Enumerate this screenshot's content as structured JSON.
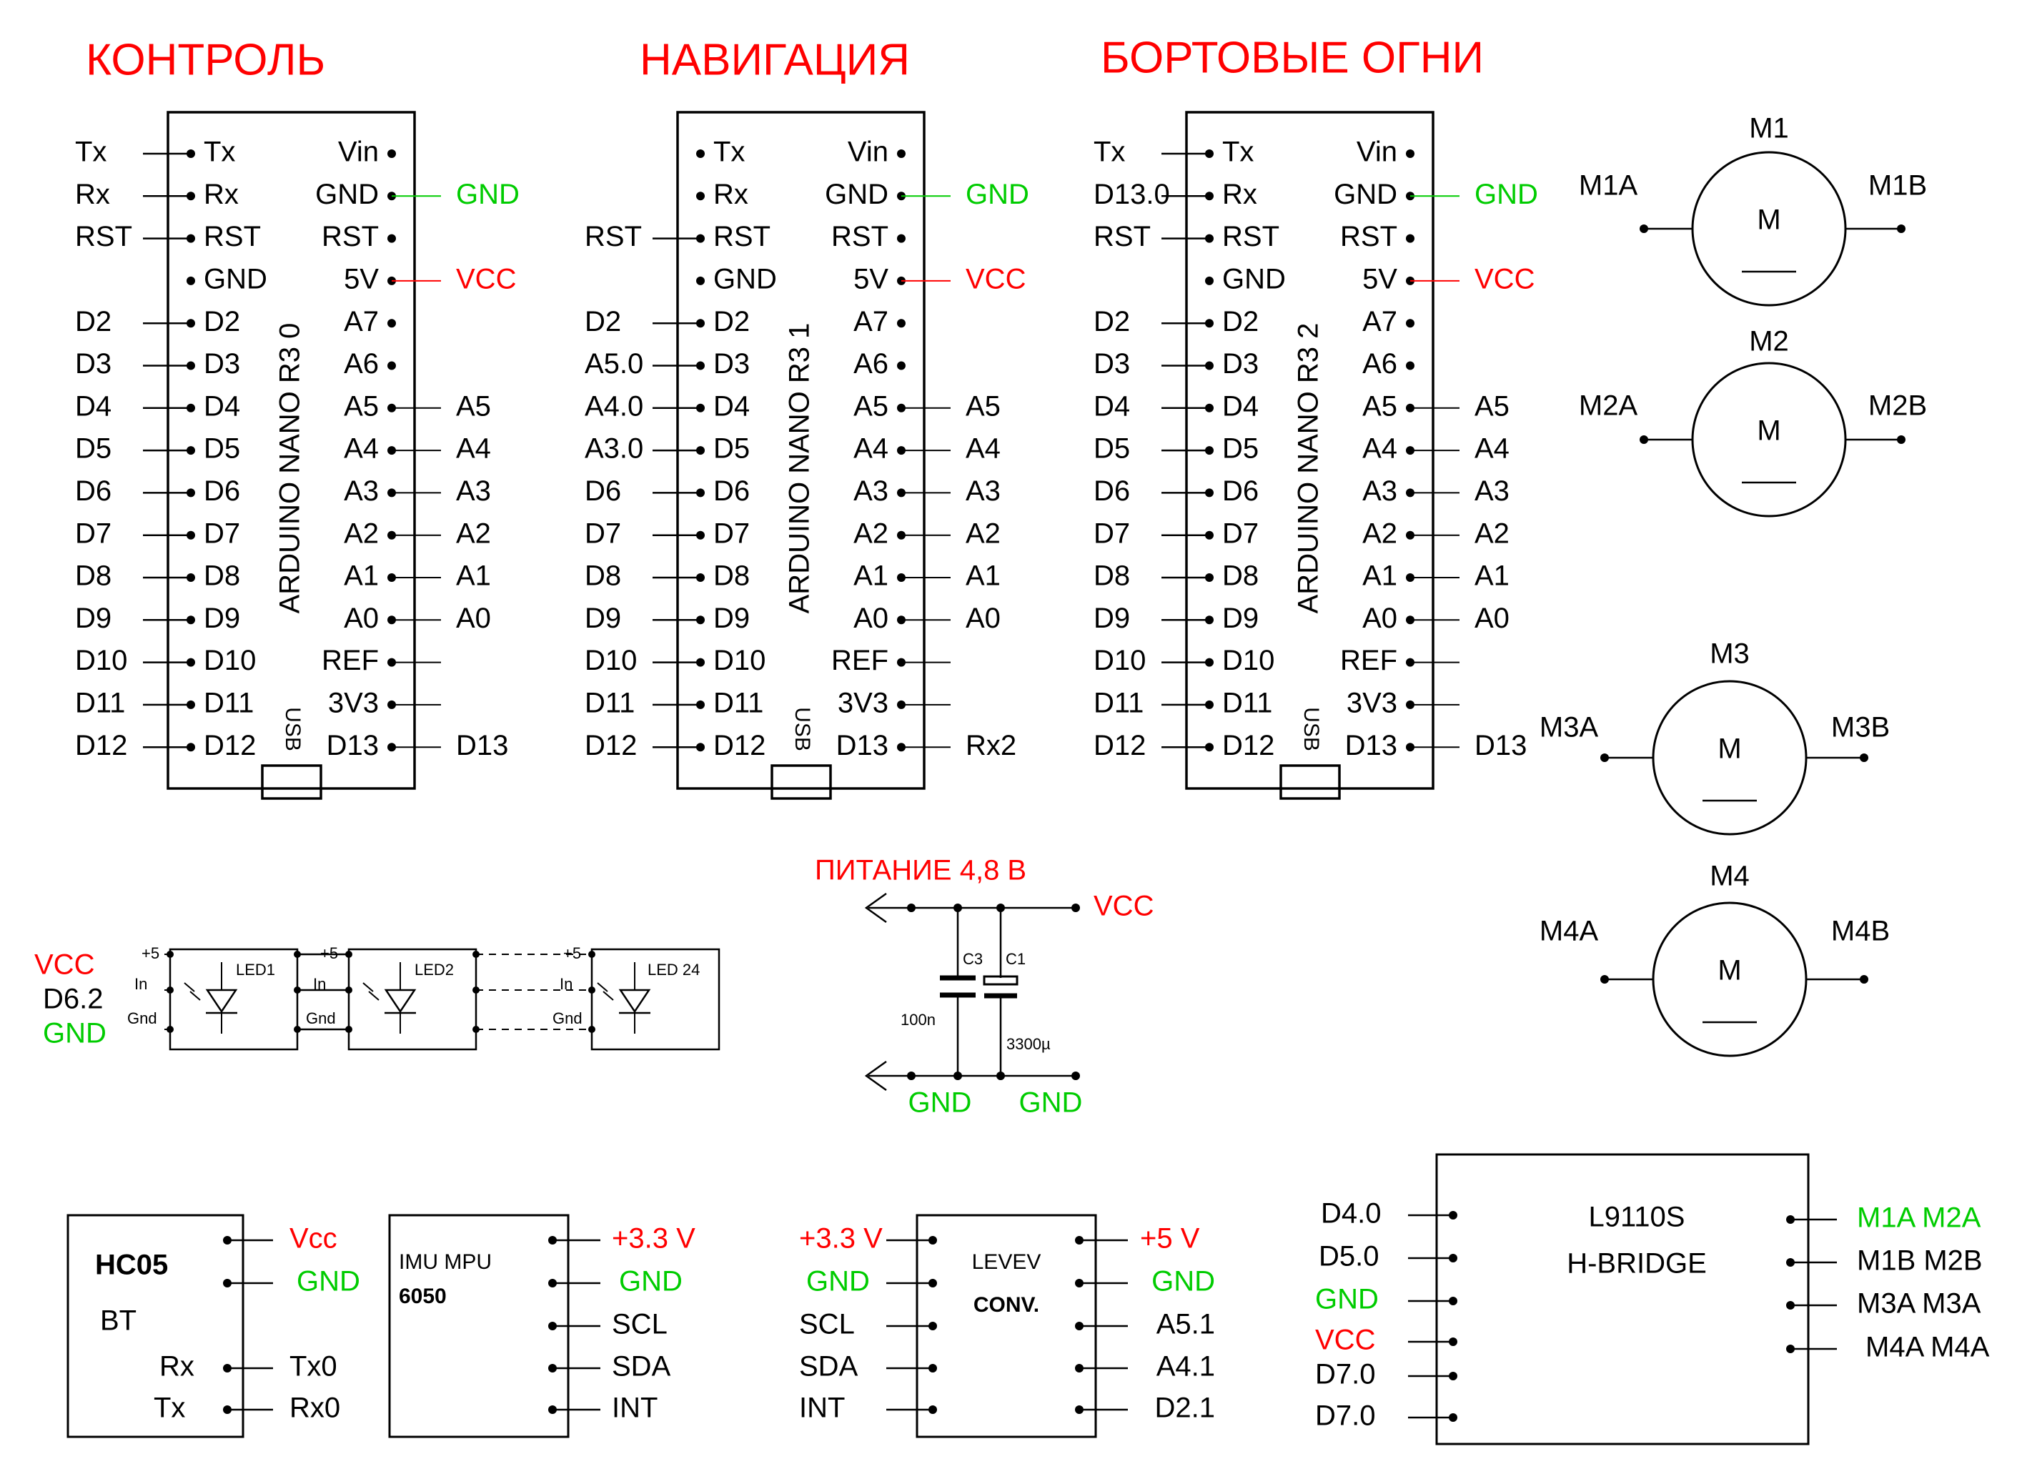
{
  "titles": [
    "КОНТРОЛЬ",
    "НАВИГАЦИЯ",
    "БОРТОВЫЕ ОГНИ"
  ],
  "arduinos": [
    {
      "name": "ARDUINO NANO R3 0",
      "usb": "USB",
      "left_inner": [
        "Tx",
        "Rx",
        "RST",
        "GND",
        "D2",
        "D3",
        "D4",
        "D5",
        "D6",
        "D7",
        "D8",
        "D9",
        "D10",
        "D11",
        "D12"
      ],
      "right_inner": [
        "Vin",
        "GND",
        "RST",
        "5V",
        "A7",
        "A6",
        "A5",
        "A4",
        "A3",
        "A2",
        "A1",
        "A0",
        "REF",
        "3V3",
        "D13"
      ],
      "left_outer": [
        "Tx",
        "Rx",
        "RST",
        "",
        "D2",
        "D3",
        "D4",
        "D5",
        "D6",
        "D7",
        "D8",
        "D9",
        "D10",
        "D11",
        "D12"
      ],
      "right_outer": [
        "",
        "GND",
        "",
        "VCC",
        "",
        "",
        "A5",
        "A4",
        "A3",
        "A2",
        "A1",
        "A0",
        "",
        "",
        "D13"
      ]
    },
    {
      "name": "ARDUINO NANO R3 1",
      "usb": "USB",
      "left_inner": [
        "Tx",
        "Rx",
        "RST",
        "GND",
        "D2",
        "D3",
        "D4",
        "D5",
        "D6",
        "D7",
        "D8",
        "D9",
        "D10",
        "D11",
        "D12"
      ],
      "right_inner": [
        "Vin",
        "GND",
        "RST",
        "5V",
        "A7",
        "A6",
        "A5",
        "A4",
        "A3",
        "A2",
        "A1",
        "A0",
        "REF",
        "3V3",
        "D13"
      ],
      "left_outer": [
        "",
        "",
        "RST",
        "",
        "D2",
        "A5.0",
        "A4.0",
        "A3.0",
        "D6",
        "D7",
        "D8",
        "D9",
        "D10",
        "D11",
        "D12"
      ],
      "right_outer": [
        "",
        "GND",
        "",
        "VCC",
        "",
        "",
        "A5",
        "A4",
        "A3",
        "A2",
        "A1",
        "A0",
        "",
        "",
        "Rx2"
      ]
    },
    {
      "name": "ARDUINO NANO R3 2",
      "usb": "USB",
      "left_inner": [
        "Tx",
        "Rx",
        "RST",
        "GND",
        "D2",
        "D3",
        "D4",
        "D5",
        "D6",
        "D7",
        "D8",
        "D9",
        "D10",
        "D11",
        "D12"
      ],
      "right_inner": [
        "Vin",
        "GND",
        "RST",
        "5V",
        "A7",
        "A6",
        "A5",
        "A4",
        "A3",
        "A2",
        "A1",
        "A0",
        "REF",
        "3V3",
        "D13"
      ],
      "left_outer": [
        "Tx",
        "D13.0",
        "RST",
        "",
        "D2",
        "D3",
        "D4",
        "D5",
        "D6",
        "D7",
        "D8",
        "D9",
        "D10",
        "D11",
        "D12"
      ],
      "right_outer": [
        "",
        "GND",
        "",
        "VCC",
        "",
        "",
        "A5",
        "A4",
        "A3",
        "A2",
        "A1",
        "A0",
        "",
        "",
        "D13"
      ]
    }
  ],
  "motors": [
    {
      "name": "M1",
      "a": "M1A",
      "b": "M1B",
      "symbol": "M"
    },
    {
      "name": "M2",
      "a": "M2A",
      "b": "M2B",
      "symbol": "M"
    },
    {
      "name": "M3",
      "a": "M3A",
      "b": "M3B",
      "symbol": "M"
    },
    {
      "name": "M4",
      "a": "M4A",
      "b": "M4B",
      "symbol": "M"
    }
  ],
  "power": {
    "title": "ПИТАНИЕ 4,8 В",
    "vcc": "VCC",
    "gnd1": "GND",
    "gnd2": "GND",
    "c3": "C3",
    "c1": "C1",
    "c3_value": "100n",
    "c1_value": "3300µ"
  },
  "led_strip": {
    "vcc": "VCC",
    "data": "D6.2",
    "gnd": "GND",
    "plus": "+5",
    "in": "In",
    "gnd_pin": "Gnd",
    "leds": [
      "LED1",
      "LED2",
      "LED 24"
    ]
  },
  "hc05": {
    "title": "HC05",
    "subtitle": "BT",
    "rx": "Rx",
    "tx": "Tx",
    "pins": [
      "Vcc",
      "GND",
      "Tx0",
      "Rx0"
    ]
  },
  "imu": {
    "title": "IMU MPU",
    "model": "6050",
    "pins": [
      "+3.3 V",
      "GND",
      "SCL",
      "SDA",
      "INT"
    ]
  },
  "level": {
    "title": "LEVEV",
    "subtitle": "CONV.",
    "left_pins": [
      "+3.3 V",
      "GND",
      "SCL",
      "SDA",
      "INT"
    ],
    "right_pins": [
      "+5 V",
      "GND",
      "A5.1",
      "A4.1",
      "D2.1"
    ]
  },
  "hbridge": {
    "title": "L9110S",
    "subtitle": "H-BRIDGE",
    "left_pins": [
      "D4.0",
      "D5.0",
      "GND",
      "VCC",
      "D7.0",
      "D7.0"
    ],
    "right_pins": [
      "M1A M2A",
      "M1B M2B",
      "M3A M3A",
      "M4A M4A"
    ]
  },
  "colors": {
    "power": "#ff0000",
    "ground": "#00cc00",
    "line": "#000000"
  }
}
